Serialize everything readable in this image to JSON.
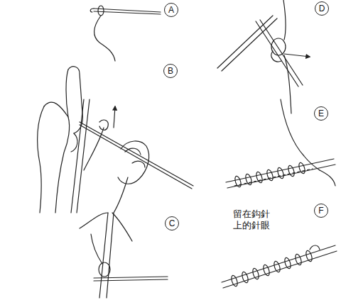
{
  "diagram": {
    "nodes": [
      {
        "text": [
          "A"
        ]
      },
      {
        "text": [
          "B"
        ]
      },
      {
        "text": [
          "C"
        ]
      },
      {
        "text": [
          "D"
        ]
      },
      {
        "text": [
          "E"
        ]
      },
      {
        "text": [
          "F"
        ]
      }
    ],
    "labels": [
      "留在鈎針上的針眼"
    ]
  }
}
